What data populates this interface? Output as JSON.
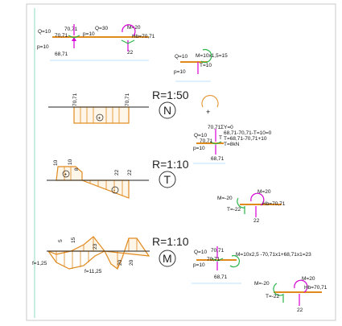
{
  "top": {
    "q1": "Q=10",
    "p1": "p=10",
    "m1": "70,71",
    "m1b": "70,71",
    "q2": "Q=30",
    "p2": "p=10",
    "m20": "M=20",
    "hb": "Hb=70,71",
    "v22": "22",
    "v68": "68,71"
  },
  "aux1": {
    "mcalc": "M=10x1,5=15",
    "t10": "T=10",
    "q": "Q=10",
    "p": "p=10"
  },
  "diagrams": [
    {
      "label": "N",
      "scale": "R=1:50",
      "vals": [
        "70,71",
        "70,71"
      ],
      "sign": "+"
    },
    {
      "label": "T",
      "scale": "R=1:10",
      "vals": [
        "10",
        "10",
        "8",
        "22",
        "22"
      ],
      "sign": "+",
      "sign2": "-"
    },
    {
      "label": "M",
      "scale": "R=1:10",
      "vals": [
        "5",
        "15",
        "23",
        "20",
        "20"
      ],
      "f1": "f=1,25",
      "f2": "f=11,25"
    }
  ],
  "eq": {
    "sy": "ΣY=0",
    "l1": "68,71-70,71-T=10=0",
    "l2": "T=68,71-70,71+10",
    "l3": "T=8kN",
    "q": "Q=10",
    "p": "p=10",
    "m": "70,71",
    "mb": "70,71",
    "t": "T",
    "v": "68,71"
  },
  "t_node": {
    "m": "M=-20",
    "m20": "M=20",
    "hb": "Hb=70,71",
    "t": "T=-22",
    "v": "22"
  },
  "m_calc": {
    "expr": "M=10x2,5  -70,71x1+68,71x1=23",
    "q": "Q=10",
    "p": "p=10",
    "m": "70,71",
    "mb": "70,71",
    "v": "68,71"
  },
  "m_node": {
    "m": "M=-20",
    "m20": "M=20",
    "hb": "Hb=70,71",
    "t": "T=-22",
    "v": "22"
  }
}
